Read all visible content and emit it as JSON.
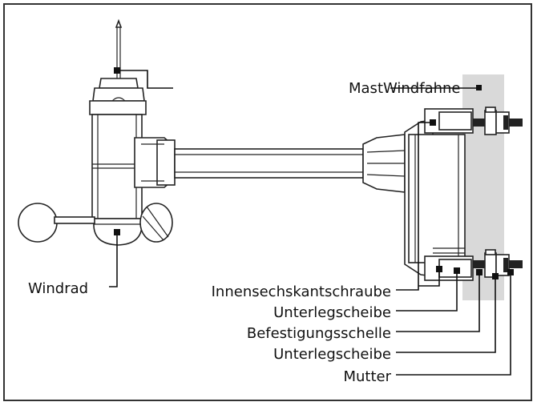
{
  "labels": {
    "mast": "MastWindfahne",
    "windrad": "Windrad",
    "innensechskantschraube": "Innensechskantschraube",
    "unterlegscheibe_1": "Unterlegscheibe",
    "befestigungsschelle": "Befestigungsschelle",
    "unterlegscheibe_2": "Unterlegscheibe",
    "mutter": "Mutter"
  },
  "colors": {
    "line": "#222222",
    "mast_shading": "#d9d9d9",
    "background": "#ffffff"
  }
}
